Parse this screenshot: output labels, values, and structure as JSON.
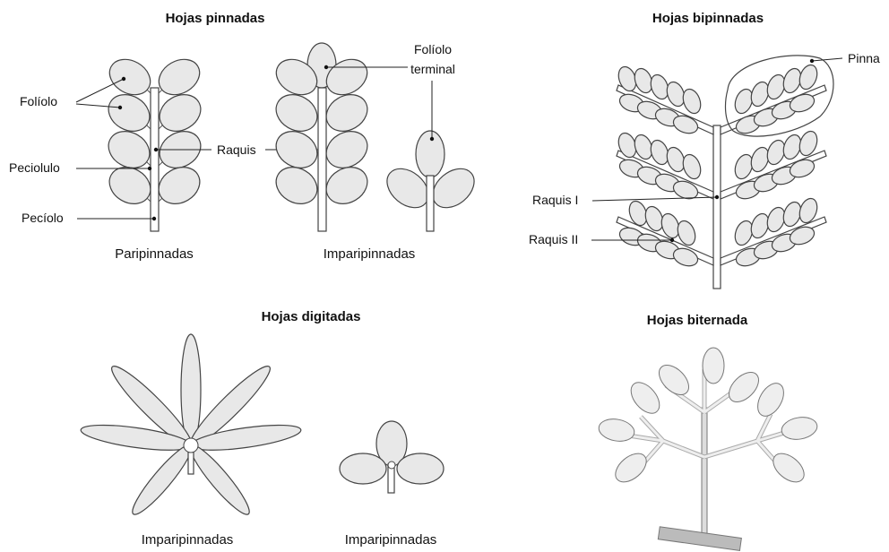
{
  "sections": {
    "pinnadas": {
      "title": "Hojas pinnadas",
      "caption_left": "Paripinnadas",
      "caption_right": "Imparipinnadas",
      "labels": {
        "foliolo": "Folíolo",
        "raquis": "Raquis",
        "peciolulo": "Peciolulo",
        "peciolo": "Pecíolo",
        "foliolo_terminal_1": "Folíolo",
        "foliolo_terminal_2": "terminal"
      }
    },
    "bipinnadas": {
      "title": "Hojas bipinnadas",
      "labels": {
        "pinna": "Pinna",
        "raquis_1": "Raquis I",
        "raquis_2": "Raquis II"
      }
    },
    "digitadas": {
      "title": "Hojas digitadas",
      "caption_left": "Imparipinnadas",
      "caption_right": "Imparipinnadas"
    },
    "biternada": {
      "title": "Hojas biternada"
    }
  }
}
